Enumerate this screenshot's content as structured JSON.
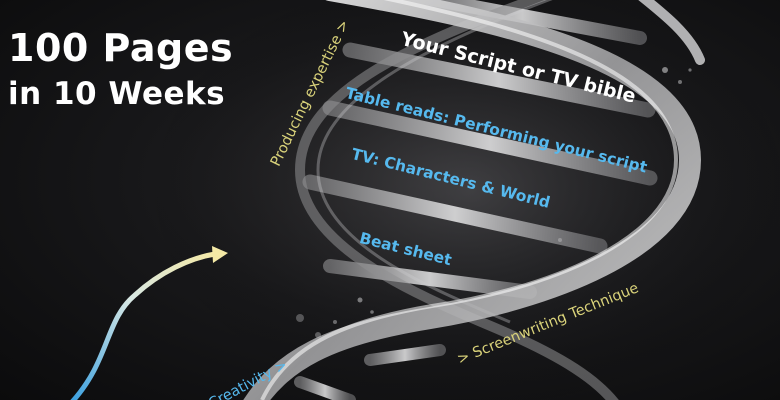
{
  "headline": {
    "line1": "100 Pages",
    "line2": "in 10 Weeks"
  },
  "rungs": [
    "Your Script or TV bible",
    "Table reads: Performing your script",
    "TV: Characters & World",
    "Beat sheet"
  ],
  "strand_labels": {
    "producing": "Producing expertise >",
    "screenwriting": "> Screenwriting Technique",
    "creativity": "Creativity >"
  },
  "colors": {
    "background": "#141416",
    "headline": "#ffffff",
    "rung_primary": "#ffffff",
    "rung_secondary": "#56b9ee",
    "strand_label": "#d9d27a",
    "arrow_start": "#3aa0e0",
    "arrow_end": "#f4e9a6"
  },
  "icons": {
    "arrow": "curved-arrow-icon"
  }
}
